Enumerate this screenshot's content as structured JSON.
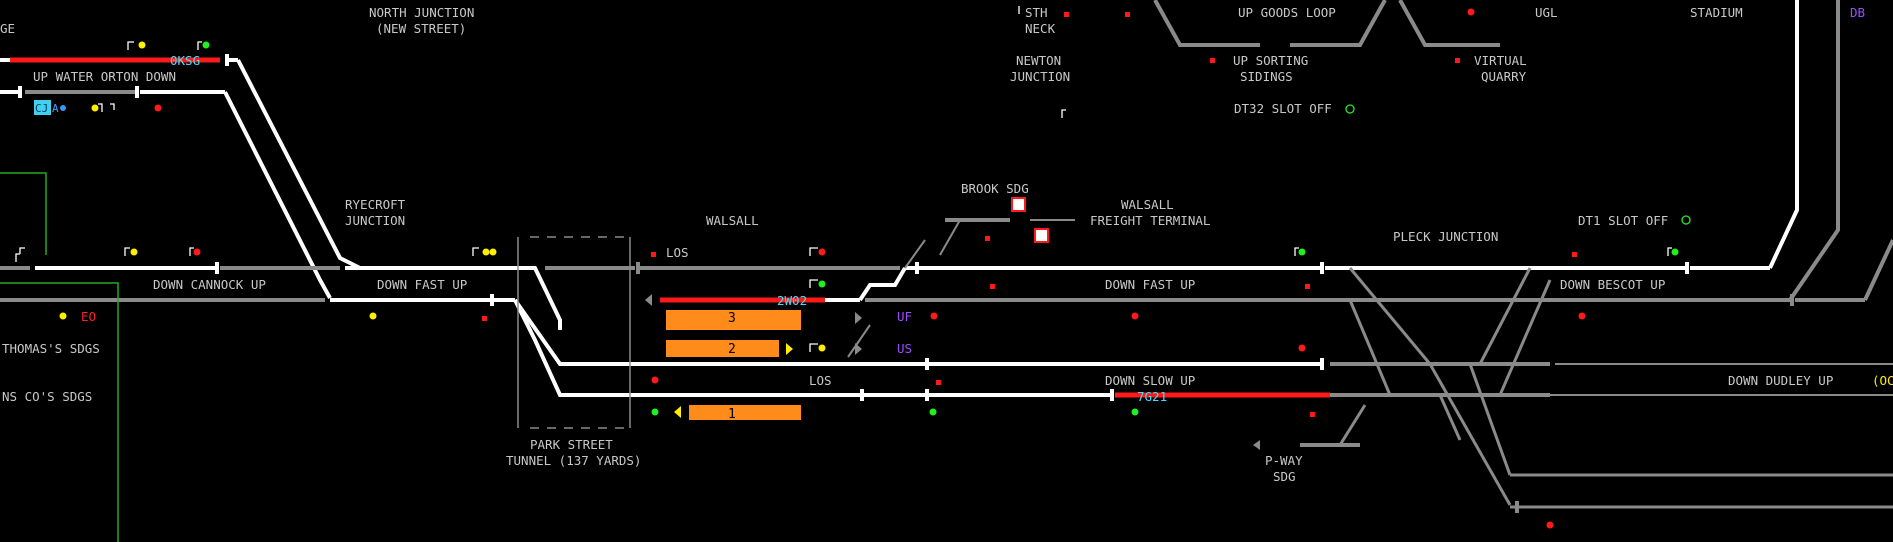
{
  "labels": {
    "edge_ge": "GE",
    "north_junction_1": "NORTH JUNCTION",
    "north_junction_2": "(NEW STREET)",
    "sth_neck_1": "STH",
    "sth_neck_2": "NECK",
    "newton_1": "NEWTON",
    "newton_2": "JUNCTION",
    "up_goods_loop": "UP GOODS LOOP",
    "ugl": "UGL",
    "stadium": "STADIUM",
    "up_sorting_1": "UP SORTING",
    "up_sorting_2": "SIDINGS",
    "virtual_1": "VIRTUAL",
    "virtual_2": "QUARRY",
    "dt32": "DT32 SLOT OFF",
    "up_water_orton_down": "UP WATER ORTON DOWN",
    "ryecroft_1": "RYECROFT",
    "ryecroft_2": "JUNCTION",
    "walsall": "WALSALL",
    "brook_sdg": "BROOK SDG",
    "walsall_freight_1": "WALSALL",
    "walsall_freight_2": "FREIGHT TERMINAL",
    "pleck_junction": "PLECK JUNCTION",
    "dt1": "DT1 SLOT OFF",
    "los_1": "LOS",
    "los_2": "LOS",
    "down_cannock_up": "DOWN CANNOCK UP",
    "down_fast_up_1": "DOWN FAST UP",
    "down_fast_up_2": "DOWN FAST UP",
    "down_bescot_up": "DOWN BESCOT UP",
    "down_slow_up": "DOWN SLOW UP",
    "down_dudley_up": "DOWN DUDLEY UP",
    "dudley_tail": "(OC",
    "uf": "UF",
    "us": "US",
    "eo": "EO",
    "thomas_sdgs": "THOMAS'S SDGS",
    "ns_co_sdgs": "NS CO'S SDGS",
    "park_street_1": "PARK STREET",
    "park_street_2": "TUNNEL (137 YARDS)",
    "pway_1": "P-WAY",
    "pway_2": "SDG",
    "db": "DB",
    "cj_box": "CJ",
    "cj_a": "A"
  },
  "train_descriptions": {
    "td_0ksg": "0KSG",
    "td_2w02": "2W02",
    "td_7g21": "7G21"
  },
  "platforms": {
    "p3": "3",
    "p2": "2",
    "p1": "1"
  },
  "colors": {
    "background": "#000000",
    "track_idle": "#8a8a8a",
    "track_set": "#ffffff",
    "track_occupied": "#ff1a1a",
    "platform": "#ff8c1a",
    "td_text": "#40e0ff",
    "signal_red": "#ff1a1a",
    "signal_green": "#22ee22",
    "signal_yellow": "#ffee00",
    "fringe_line": "#22aa22"
  }
}
